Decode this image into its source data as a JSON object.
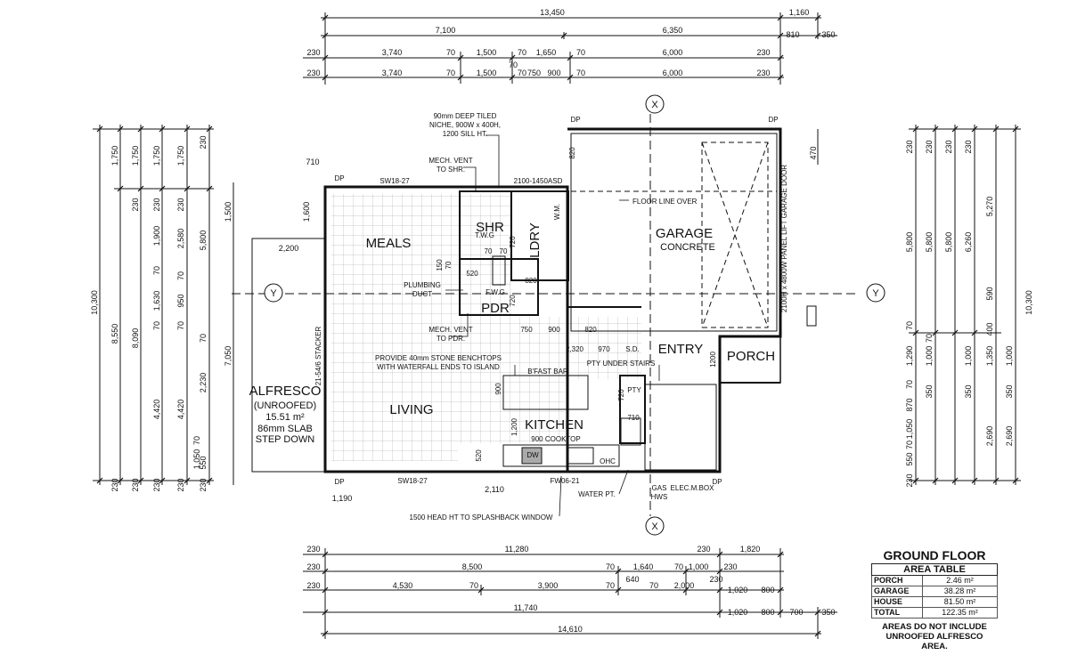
{
  "dims_top": {
    "r1": {
      "a": "13,450",
      "b": "1,160"
    },
    "r2": {
      "a": "7,100",
      "b": "6,350",
      "c": "810",
      "d": "350"
    },
    "r3": {
      "a": "230",
      "b": "3,740",
      "c": "70",
      "d": "1,500",
      "e": "70",
      "f": "1,650",
      "g": "70",
      "h": "6,000",
      "i": "230",
      "j": "70"
    },
    "r4": {
      "a": "230",
      "b": "3,740",
      "c": "70",
      "d": "1,500",
      "e": "70",
      "f": "750",
      "g": "900",
      "h": "70",
      "i": "6,000",
      "j": "230"
    }
  },
  "dims_bottom": {
    "r1": {
      "a": "230",
      "b": "11,280",
      "c": "230",
      "d": "1,820"
    },
    "r2": {
      "a": "230",
      "b": "8,500",
      "c": "70",
      "d": "1,640",
      "e": "70",
      "f": "1,000",
      "g": "230"
    },
    "r3": {
      "a": "230",
      "b": "4,530",
      "c": "70",
      "d": "3,900",
      "e": "70",
      "f": "640",
      "g": "70",
      "h": "2,000",
      "i": "230",
      "j": "1,020",
      "k": "800"
    },
    "r4": {
      "a": "11,740",
      "b": "1,020",
      "c": "800",
      "d": "700",
      "e": "350"
    },
    "r5": {
      "a": "14,610"
    }
  },
  "dims_left": {
    "overall": "10,300",
    "c2": [
      "1,750",
      "8,550",
      "230"
    ],
    "c3": [
      "1,750",
      "230",
      "8,090",
      "230"
    ],
    "c4": [
      "1,750",
      "230",
      "1,900",
      "70",
      "1,630",
      "70",
      "4,420",
      "230"
    ],
    "c5": [
      "1,750",
      "230",
      "2,580",
      "70",
      "950",
      "70",
      "4,420",
      "230"
    ],
    "c6": [
      "230",
      "5,800",
      "70",
      "2,230",
      "70",
      "1,050",
      "550",
      "230"
    ],
    "c7": [
      "1,500",
      "7,050"
    ],
    "inner": [
      "710",
      "1,600",
      "2,200",
      "1,190",
      "2,110"
    ]
  },
  "dims_right": {
    "overall": "10,300",
    "c1": [
      "230",
      "5,800",
      "70",
      "1,290",
      "70",
      "870",
      "1,050",
      "70",
      "550",
      "230"
    ],
    "c2": [
      "230",
      "5,800",
      "70",
      "1,000",
      "350"
    ],
    "c3": [
      "230",
      "5,800",
      "1,000",
      "350"
    ],
    "c4": [
      "230",
      "5,270",
      "6,260",
      "590",
      "400",
      "1,350",
      "1,000",
      "350",
      "2,690",
      "2,690"
    ],
    "top": "470"
  },
  "rooms": {
    "meals": "MEALS",
    "living": "LIVING",
    "kitchen": "KITCHEN",
    "shr": "SHR",
    "pdr": "PDR",
    "ldry": "LDRY",
    "garage": "GARAGE",
    "garage_sub": "CONCRETE",
    "entry": "ENTRY",
    "porch": "PORCH",
    "alfresco": "ALFRESCO",
    "alfresco_sub": "(UNROOFED)",
    "alfresco_area": "15.51 m²",
    "alfresco_note1": "86mm SLAB",
    "alfresco_note2": "STEP DOWN"
  },
  "notes": {
    "niche1": "90mm DEEP TILED",
    "niche2": "NICHE, 900W x 400H,",
    "niche3": "1200 SILL HT.",
    "vent_shr1": "MECH. VENT",
    "vent_shr2": "TO SHR.",
    "vent_pdr1": "MECH. VENT",
    "vent_pdr2": "TO PDR.",
    "plumb1": "PLUMBING",
    "plumb2": "DUCT",
    "bench1": "PROVIDE 40mm STONE BENCHTOPS",
    "bench2": "WITH WATERFALL ENDS TO ISLAND",
    "pty_stairs": "PTY UNDER STAIRS",
    "floor_line": "FLOOR LINE OVER",
    "garage_door": "2100H x 4800W PANEL LIFT GARAGE DOOR",
    "bfast": "B'FAST BAR",
    "cooktop": "900 COOKTOP",
    "water": "WATER PT.",
    "gas": "GAS",
    "hws": "HWS",
    "elec": "ELEC.M.BOX",
    "splash": "1500 HEAD HT TO SPLASHBACK WINDOW",
    "sw_top": "SW18-27",
    "sw_bottom": "SW18-27",
    "fw": "FW06-21",
    "asd": "2100-1450ASD",
    "stacker": "21-54/6 STACKER",
    "dp": "DP",
    "sd": "S.D.",
    "pty": "PTY",
    "ohc": "OHC",
    "dw": "DW",
    "wm": "W.M.",
    "twg": "T.W.G",
    "fwg": "F.W.G",
    "d820a": "820",
    "d820b": "820",
    "d820c": "820",
    "d720a": "720",
    "d720b": "720",
    "d720c": "720",
    "d750": "750",
    "d900": "900",
    "d2320": "2,320",
    "d970": "970",
    "d1200a": "1200",
    "d1200b": "1,200",
    "d710": "710",
    "d900v": "900",
    "d520a": "520",
    "d520b": "520",
    "d150": "150",
    "d70a": "70",
    "d70b": "70",
    "d70c": "70"
  },
  "section_markers": [
    "X",
    "X",
    "Y",
    "Y"
  ],
  "area_table": {
    "title": "GROUND FLOOR",
    "header": "AREA TABLE",
    "rows": [
      {
        "name": "PORCH",
        "value": "2.46 m²"
      },
      {
        "name": "GARAGE",
        "value": "38.28 m²"
      },
      {
        "name": "HOUSE",
        "value": "81.50 m²"
      },
      {
        "name": "TOTAL",
        "value": "122.35 m²"
      }
    ],
    "note1": "AREAS DO NOT INCLUDE",
    "note2": "UNROOFED ALFRESCO",
    "note3": "AREA."
  }
}
